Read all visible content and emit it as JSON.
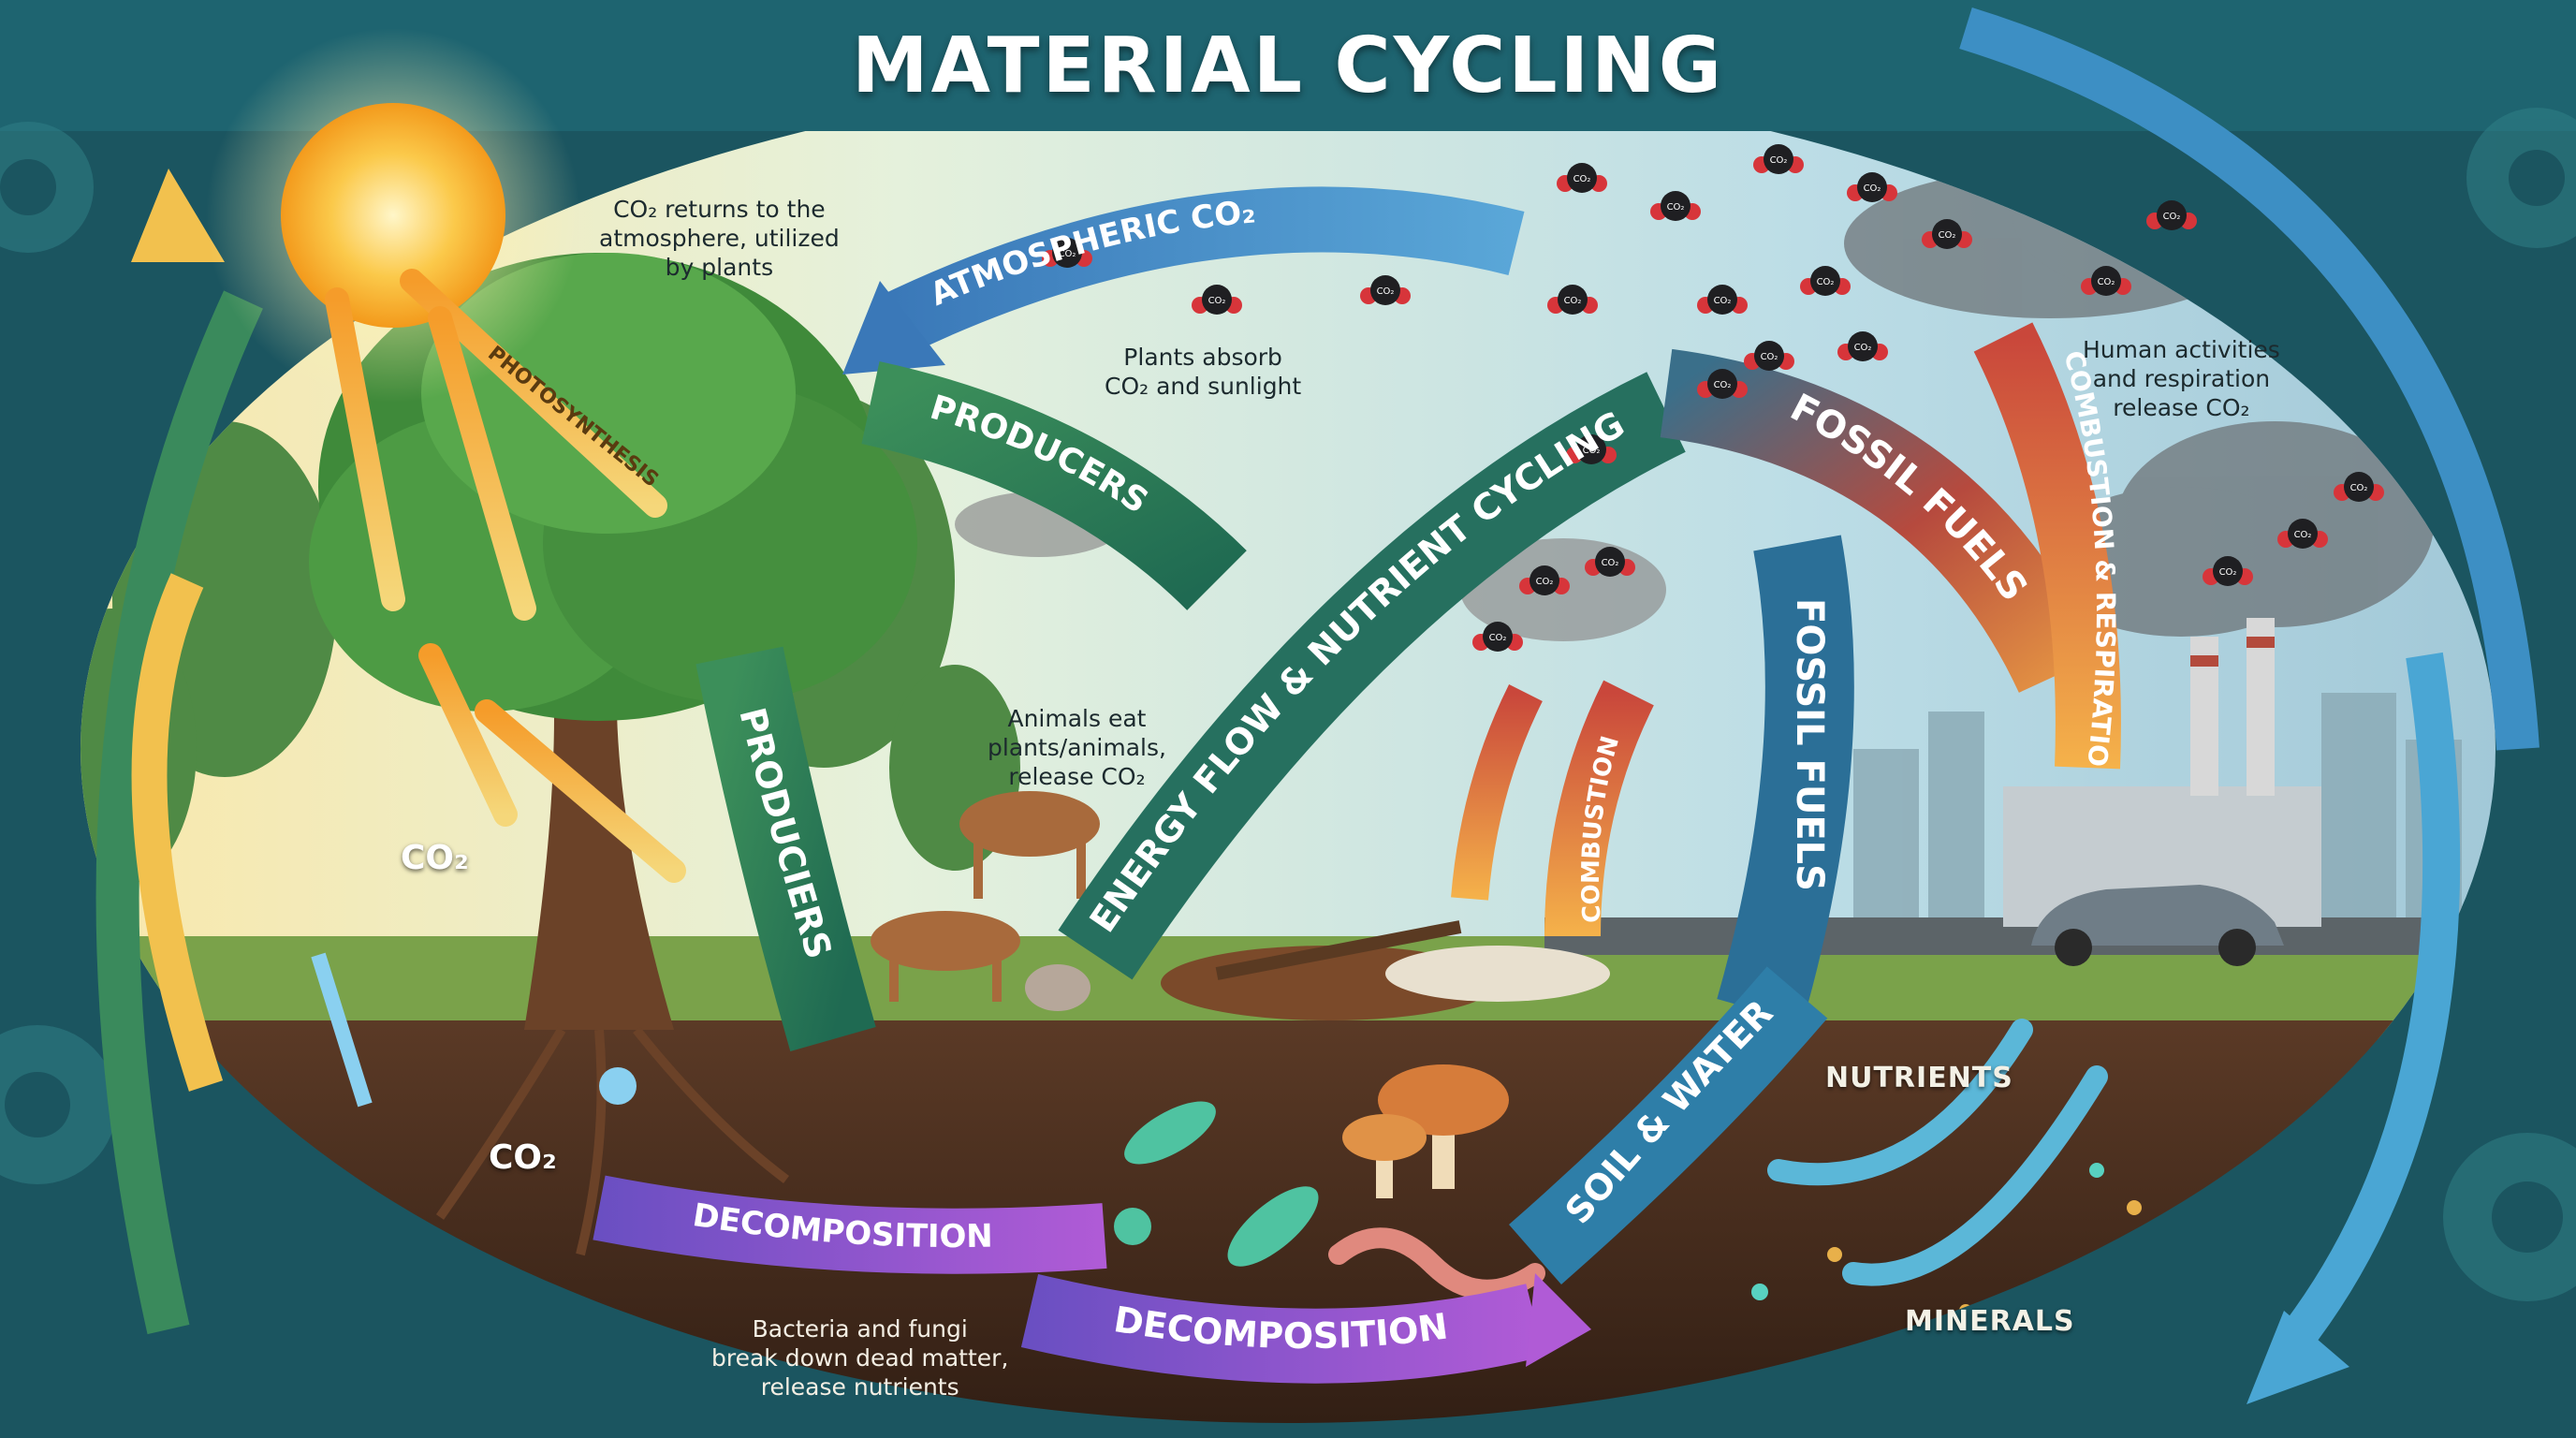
{
  "title": "MATERIAL CYCLING",
  "bands": {
    "atmospheric_co2": "ATMOSPHERIC CO₂",
    "producers_top": "PRODUCERS",
    "producers_left": "PRODUCIERS",
    "energy_flow": "ENERGY FLOW & NUTRIENT CYCLING",
    "fossil_fuels_top": "FOSSIL FUELS",
    "fossil_fuels_vertical": "FOSSIL FUELS",
    "combustion_respiration": "COMBUSTION & RESPIRATION",
    "combustion": "COMBUSTION",
    "photosynthesis": "PHOTOSYNTHESIS",
    "decomposition_left": "DECOMPOSITION",
    "decomposition_bottom": "DECOMPOSITION",
    "soil_water": "SOIL & WATER"
  },
  "notes": {
    "co2_returns": [
      "CO₂ returns to the",
      "atmosphere, utilized",
      "by plants"
    ],
    "plants_absorb": [
      "Plants absorb",
      "CO₂ and sunlight"
    ],
    "animals_eat": [
      "Animals eat",
      "plants/animals,",
      "release CO₂"
    ],
    "human_activities": [
      "Human activities",
      "and respiration",
      "release CO₂"
    ],
    "bacteria": [
      "Bacteria and fungi",
      "break down dead matter,",
      "release nutrients"
    ]
  },
  "labels": {
    "co2_left": "CO₂",
    "co2_roots": "CO₂",
    "nutrients": "NUTRIENTS",
    "minerals": "MINERALS",
    "molecule": "CO₂"
  },
  "colors": {
    "frame": "#1d5f69",
    "frame_dark": "#123f47",
    "producers_green": "#2f7d4e",
    "atmo_blue": "#3d8fc4",
    "fossil_red": "#b4493c",
    "decomposition_purple": "#8b4fc7",
    "sun_orange": "#f6a623",
    "soil": "#4a2f20"
  }
}
